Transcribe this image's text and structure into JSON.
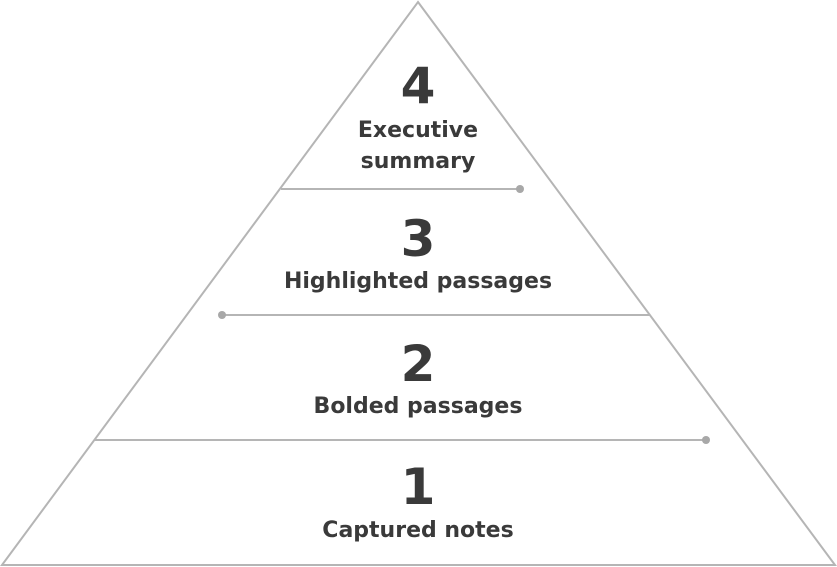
{
  "diagram": {
    "levels": [
      {
        "number": "4",
        "label_lines": [
          "Executive",
          "summary"
        ]
      },
      {
        "number": "3",
        "label_lines": [
          "Highlighted passages"
        ]
      },
      {
        "number": "2",
        "label_lines": [
          "Bolded passages"
        ]
      },
      {
        "number": "1",
        "label_lines": [
          "Captured notes"
        ]
      }
    ]
  },
  "colors": {
    "outline": "#b5b5b5",
    "text": "#3a3a3a",
    "marker": "#a8a8a8"
  }
}
